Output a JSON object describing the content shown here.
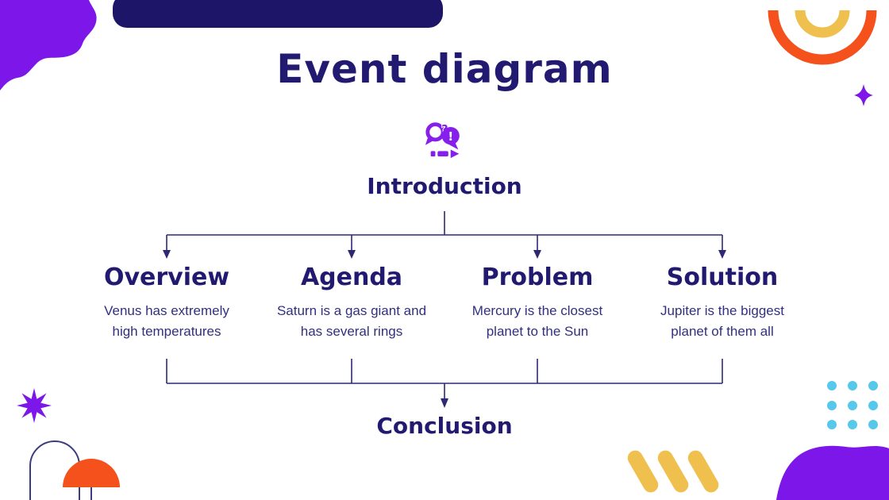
{
  "slide": {
    "title": "Event diagram",
    "diagram": {
      "root_label": "Introduction",
      "root_icon": "question-exclamation-pencil-icon",
      "columns": [
        {
          "title": "Overview",
          "description": "Venus has extremely high temperatures"
        },
        {
          "title": "Agenda",
          "description": "Saturn is a gas giant and has several rings"
        },
        {
          "title": "Problem",
          "description": "Mercury is the closest planet to the Sun"
        },
        {
          "title": "Solution",
          "description": "Jupiter is the biggest planet of them all"
        }
      ],
      "footer_label": "Conclusion"
    },
    "icon_glyphs": {
      "question": "?",
      "exclamation": "!"
    },
    "colors": {
      "navy": "#221A70",
      "body_text": "#32307E",
      "line": "#2E2975",
      "purple": "#7D17E9",
      "icon_purple": "#861FEC",
      "orange": "#F5511D",
      "yellow": "#EFC04D",
      "cyan": "#55C8EC"
    }
  }
}
